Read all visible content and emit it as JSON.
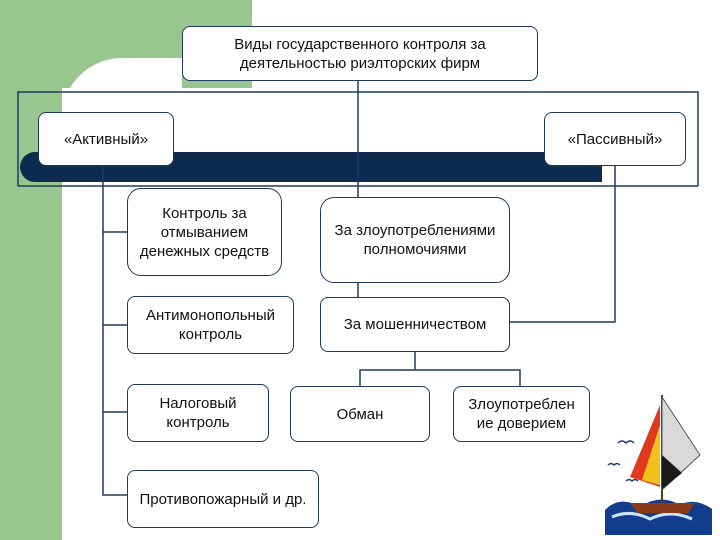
{
  "diagram": {
    "root": "Виды государственного контроля за деятельностью риэлторских фирм",
    "active": "«Активный»",
    "passive": "«Пассивный»",
    "active_items": [
      "Контроль за отмыванием денежных средств",
      "Антимонопольный контроль",
      "Налоговый контроль",
      "Противопожарный и др."
    ],
    "passive_items": [
      "За злоупотреблениями полномочиями",
      "За мошенничеством"
    ],
    "fraud_items": [
      "Обман",
      "Злоупотреблен ие доверием"
    ]
  },
  "colors": {
    "background_band": "#99c68f",
    "bar": "#0d2a4f",
    "line": "#1f3a5f"
  }
}
